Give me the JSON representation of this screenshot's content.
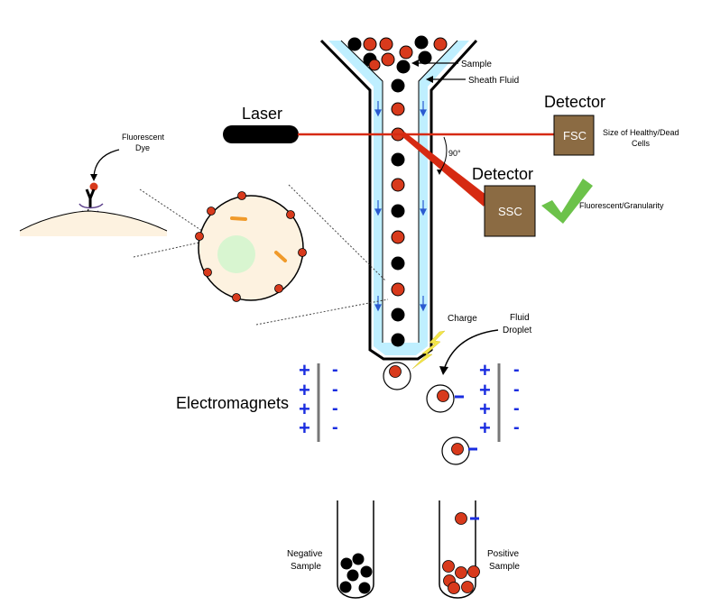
{
  "labels": {
    "sample": "Sample",
    "sheath_fluid": "Sheath Fluid",
    "laser": "Laser",
    "detector_fsc": "Detector",
    "fsc": "FSC",
    "fsc_desc_line1": "Size of Healthy/Dead",
    "fsc_desc_line2": "Cells",
    "angle": "90°",
    "detector_ssc": "Detector",
    "ssc": "SSC",
    "ssc_desc": "Fluorescent/Granularity",
    "dye_line1": "Fluorescent",
    "dye_line2": "Dye",
    "charge": "Charge",
    "fluid_line1": "Fluid",
    "fluid_line2": "Droplet",
    "electromagnets": "Electromagnets",
    "negative_line1": "Negative",
    "negative_line2": "Sample",
    "positive_line1": "Positive",
    "positive_line2": "Sample",
    "plus": "+",
    "minus": "-"
  },
  "colors": {
    "laser": "#d62a12",
    "cell_red": "#d83a1c",
    "cell_black": "#000000",
    "sheath": "#bfefff",
    "detector_box": "#8b6b43",
    "check": "#6cc24a",
    "charge_bolt": "#f3e64a",
    "magnet_sign": "#1a2de0",
    "cell_body": "#fdf2e0",
    "nucleus": "#d8f5d0",
    "organelle": "#f09a2a"
  }
}
